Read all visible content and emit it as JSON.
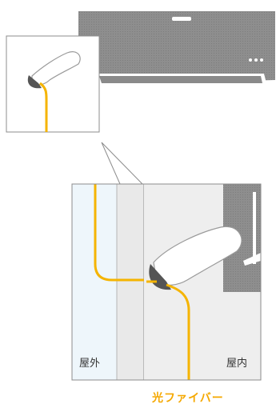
{
  "labels": {
    "outdoor": "屋外",
    "indoor": "屋内",
    "fiber": "光ファイバー"
  },
  "colors": {
    "fiber": "#f5b400",
    "unit_body": "#8a8a8a",
    "unit_dark": "#707070",
    "wall": "#e9e9e9",
    "outdoor_bg": "#eef6fb",
    "frame": "#8c8c8c",
    "pipe_cap": "#ffffff"
  },
  "icons": {
    "aircon": "air-conditioner-icon",
    "pipe": "pipe-sleeve-icon"
  }
}
